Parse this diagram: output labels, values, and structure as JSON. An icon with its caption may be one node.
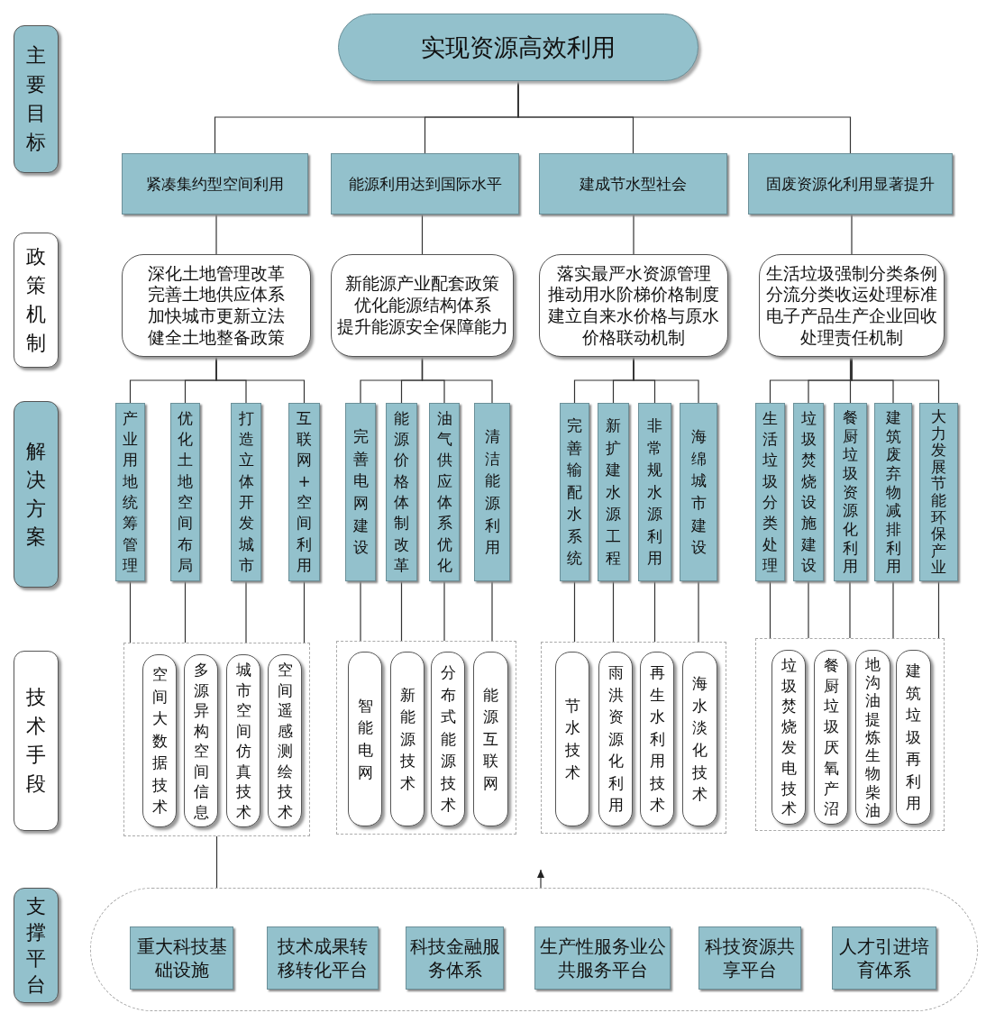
{
  "diagram": {
    "nodes": [
      {
        "text": [
          "主要目标"
        ]
      },
      {
        "text": [
          "实现资源高效利用"
        ]
      },
      {
        "text": [
          "紧凑集约型空间利用"
        ]
      },
      {
        "text": [
          "能源利用达到国际水平"
        ]
      },
      {
        "text": [
          "建成节水型社会"
        ]
      },
      {
        "text": [
          "固废资源化利用显著提升"
        ]
      },
      {
        "text": [
          "政策机制"
        ]
      },
      {
        "text": [
          "深化土地管理改革",
          "完善土地供应体系",
          "加快城市更新立法",
          "健全土地整备政策"
        ]
      },
      {
        "text": [
          "新能源产业配套政策",
          "优化能源结构体系",
          "提升能源安全保障能力"
        ]
      },
      {
        "text": [
          "落实最严水资源管理",
          "推动用水阶梯价格制度",
          "建立自来水价格与原水价格联动机制"
        ]
      },
      {
        "text": [
          "生活垃圾强制分类条例",
          "分流分类收运处理标准",
          "电子产品生产企业回收处理责任机制"
        ]
      },
      {
        "text": [
          "解决方案"
        ]
      },
      {
        "text": [
          "产业用地统筹管理"
        ]
      },
      {
        "text": [
          "优化土地空间布局"
        ]
      },
      {
        "text": [
          "打造立体开发城市"
        ]
      },
      {
        "text": [
          "互联网+空间利用"
        ]
      },
      {
        "text": [
          "完善电网建设"
        ]
      },
      {
        "text": [
          "能源价格体制改革"
        ]
      },
      {
        "text": [
          "油气供应体系优化"
        ]
      },
      {
        "text": [
          "清洁能源利用"
        ]
      },
      {
        "text": [
          "完善输配水系统"
        ]
      },
      {
        "text": [
          "新扩建水源工程"
        ]
      },
      {
        "text": [
          "非常规水源利用"
        ]
      },
      {
        "text": [
          "海绵城市建设"
        ]
      },
      {
        "text": [
          "生活垃圾分类处理"
        ]
      },
      {
        "text": [
          "垃圾焚烧设施建设"
        ]
      },
      {
        "text": [
          "餐厨垃圾资源化利用"
        ]
      },
      {
        "text": [
          "建筑废弃物减排利用"
        ]
      },
      {
        "text": [
          "大力发展节能环保产业"
        ]
      },
      {
        "text": [
          "技术手段"
        ]
      },
      {
        "text": [],
        "shape": "box"
      },
      {
        "text": [
          "空间大数据技术"
        ],
        "in": 30
      },
      {
        "text": [
          "多源异构空间信息"
        ],
        "in": 30
      },
      {
        "text": [
          "城市空间仿真技术"
        ],
        "in": 30
      },
      {
        "text": [
          "空间遥感测绘技术"
        ],
        "in": 30
      },
      {
        "text": [],
        "shape": "box"
      },
      {
        "text": [
          "智能电网"
        ],
        "in": 35
      },
      {
        "text": [
          "新能源技术"
        ],
        "in": 35
      },
      {
        "text": [
          "分布式能源技术"
        ],
        "in": 35
      },
      {
        "text": [
          "能源互联网"
        ],
        "in": 35
      },
      {
        "text": [],
        "shape": "box"
      },
      {
        "text": [
          "节水技术"
        ],
        "in": 40
      },
      {
        "text": [
          "雨洪资源化利用"
        ],
        "in": 40
      },
      {
        "text": [
          "再生水利用技术"
        ],
        "in": 40
      },
      {
        "text": [
          "海水淡化技术"
        ],
        "in": 40
      },
      {
        "text": [],
        "shape": "box"
      },
      {
        "text": [
          "垃圾焚烧发电技术"
        ],
        "in": 45
      },
      {
        "text": [
          "餐厨垃圾厌氧产沼"
        ],
        "in": 45
      },
      {
        "text": [
          "地沟油提炼生物柴油"
        ],
        "in": 45
      },
      {
        "text": [
          "建筑垃圾再利用"
        ],
        "in": 45
      },
      {
        "text": [
          "支撑平台"
        ]
      },
      {
        "text": [],
        "shape": "box"
      },
      {
        "text": [
          "重大科技基础设施"
        ],
        "in": 51
      },
      {
        "text": [
          "技术成果转移转化平台"
        ],
        "in": 51
      },
      {
        "text": [
          "科技金融服务体系"
        ],
        "in": 51
      },
      {
        "text": [
          "生产性服务业公共服务平台"
        ],
        "in": 51
      },
      {
        "text": [
          "科技资源共享平台"
        ],
        "in": 51
      },
      {
        "text": [
          "人才引进培育体系"
        ],
        "in": 51
      }
    ],
    "edges": [
      {
        "from": 1,
        "to": 2,
        "arrow": "none"
      },
      {
        "from": 1,
        "to": 3,
        "arrow": "none"
      },
      {
        "from": 1,
        "to": 4,
        "arrow": "none"
      },
      {
        "from": 1,
        "to": 5,
        "arrow": "none"
      },
      {
        "from": 2,
        "to": 7,
        "arrow": "none"
      },
      {
        "from": 3,
        "to": 8,
        "arrow": "none"
      },
      {
        "from": 4,
        "to": 9,
        "arrow": "none"
      },
      {
        "from": 5,
        "to": 10,
        "arrow": "none"
      },
      {
        "from": 7,
        "to": 12,
        "arrow": "none"
      },
      {
        "from": 7,
        "to": 13,
        "arrow": "none"
      },
      {
        "from": 7,
        "to": 14,
        "arrow": "none"
      },
      {
        "from": 7,
        "to": 15,
        "arrow": "none"
      },
      {
        "from": 8,
        "to": 16,
        "arrow": "none"
      },
      {
        "from": 8,
        "to": 17,
        "arrow": "none"
      },
      {
        "from": 8,
        "to": 18,
        "arrow": "none"
      },
      {
        "from": 8,
        "to": 19,
        "arrow": "none"
      },
      {
        "from": 9,
        "to": 20,
        "arrow": "none"
      },
      {
        "from": 9,
        "to": 21,
        "arrow": "none"
      },
      {
        "from": 9,
        "to": 22,
        "arrow": "none"
      },
      {
        "from": 9,
        "to": 23,
        "arrow": "none"
      },
      {
        "from": 10,
        "to": 24,
        "arrow": "none"
      },
      {
        "from": 10,
        "to": 25,
        "arrow": "none"
      },
      {
        "from": 10,
        "to": 26,
        "arrow": "none"
      },
      {
        "from": 10,
        "to": 27,
        "arrow": "none"
      },
      {
        "from": 10,
        "to": 28,
        "arrow": "none"
      },
      {
        "from": 12,
        "to": 30,
        "arrow": "none"
      },
      {
        "from": 13,
        "to": 30,
        "arrow": "none"
      },
      {
        "from": 14,
        "to": 30,
        "arrow": "none"
      },
      {
        "from": 15,
        "to": 30,
        "arrow": "none"
      },
      {
        "from": 16,
        "to": 35,
        "arrow": "none"
      },
      {
        "from": 17,
        "to": 35,
        "arrow": "none"
      },
      {
        "from": 18,
        "to": 35,
        "arrow": "none"
      },
      {
        "from": 19,
        "to": 35,
        "arrow": "none"
      },
      {
        "from": 20,
        "to": 40,
        "arrow": "none"
      },
      {
        "from": 21,
        "to": 40,
        "arrow": "none"
      },
      {
        "from": 22,
        "to": 40,
        "arrow": "none"
      },
      {
        "from": 23,
        "to": 40,
        "arrow": "none"
      },
      {
        "from": 24,
        "to": 45,
        "arrow": "none"
      },
      {
        "from": 25,
        "to": 45,
        "arrow": "none"
      },
      {
        "from": 26,
        "to": 45,
        "arrow": "none"
      },
      {
        "from": 27,
        "to": 45,
        "arrow": "none"
      },
      {
        "from": 28,
        "to": 45,
        "arrow": "none"
      },
      {
        "from": 30,
        "to": 51,
        "arrow": "none"
      },
      {
        "from": 51,
        "to": null,
        "arrow": "to"
      }
    ]
  }
}
